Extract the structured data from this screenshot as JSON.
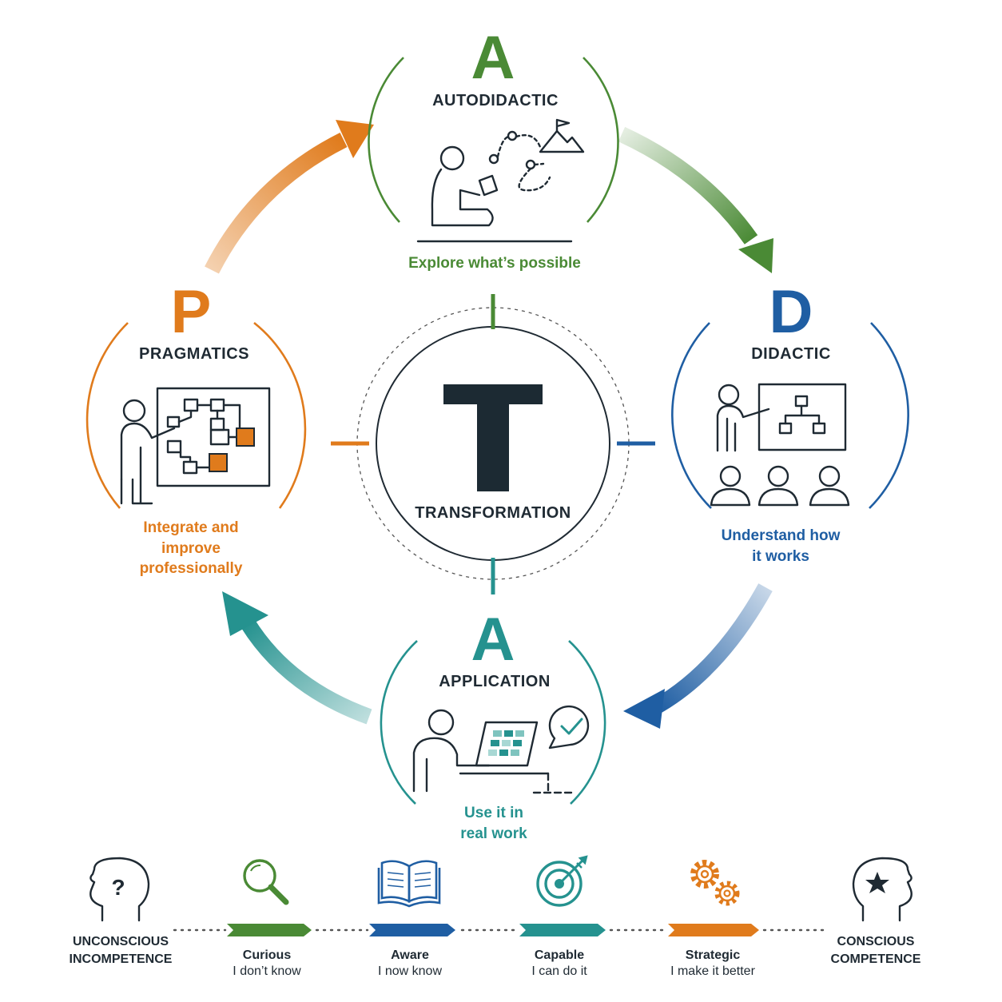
{
  "center": {
    "letter": "T",
    "label": "TRANSFORMATION"
  },
  "phases": {
    "autodidactic": {
      "letter": "A",
      "name": "AUTODIDACTIC",
      "tagline": [
        "Explore what’s possible"
      ],
      "color": "#4a8a35",
      "icon": "person-reading-tablet-mountain-icon"
    },
    "didactic": {
      "letter": "D",
      "name": "DIDACTIC",
      "tagline": [
        "Understand how",
        "it works"
      ],
      "color": "#1f5ea3",
      "icon": "teacher-audience-icon"
    },
    "application": {
      "letter": "A",
      "name": "APPLICATION",
      "tagline": [
        "Use it in",
        "real work"
      ],
      "color": "#25928f",
      "icon": "person-laptop-check-icon"
    },
    "pragmatics": {
      "letter": "P",
      "name": "PRAGMATICS",
      "tagline": [
        "Integrate and",
        "improve",
        "professionally"
      ],
      "color": "#e07b1c",
      "icon": "presenter-flowchart-icon"
    }
  },
  "progression": {
    "start": {
      "lines": [
        "UNCONSCIOUS",
        "INCOMPETENCE"
      ],
      "icon": "head-question-icon"
    },
    "end": {
      "lines": [
        "CONSCIOUS",
        "COMPETENCE"
      ],
      "icon": "head-star-icon"
    },
    "stages": [
      {
        "title": "Curious",
        "subtitle": "I don’t know",
        "color": "#4a8a35",
        "icon": "magnifier-icon"
      },
      {
        "title": "Aware",
        "subtitle": "I now know",
        "color": "#1f5ea3",
        "icon": "open-book-icon"
      },
      {
        "title": "Capable",
        "subtitle": "I can do it",
        "color": "#25928f",
        "icon": "target-icon"
      },
      {
        "title": "Strategic",
        "subtitle": "I make it better",
        "color": "#e07b1c",
        "icon": "gears-icon"
      }
    ]
  }
}
